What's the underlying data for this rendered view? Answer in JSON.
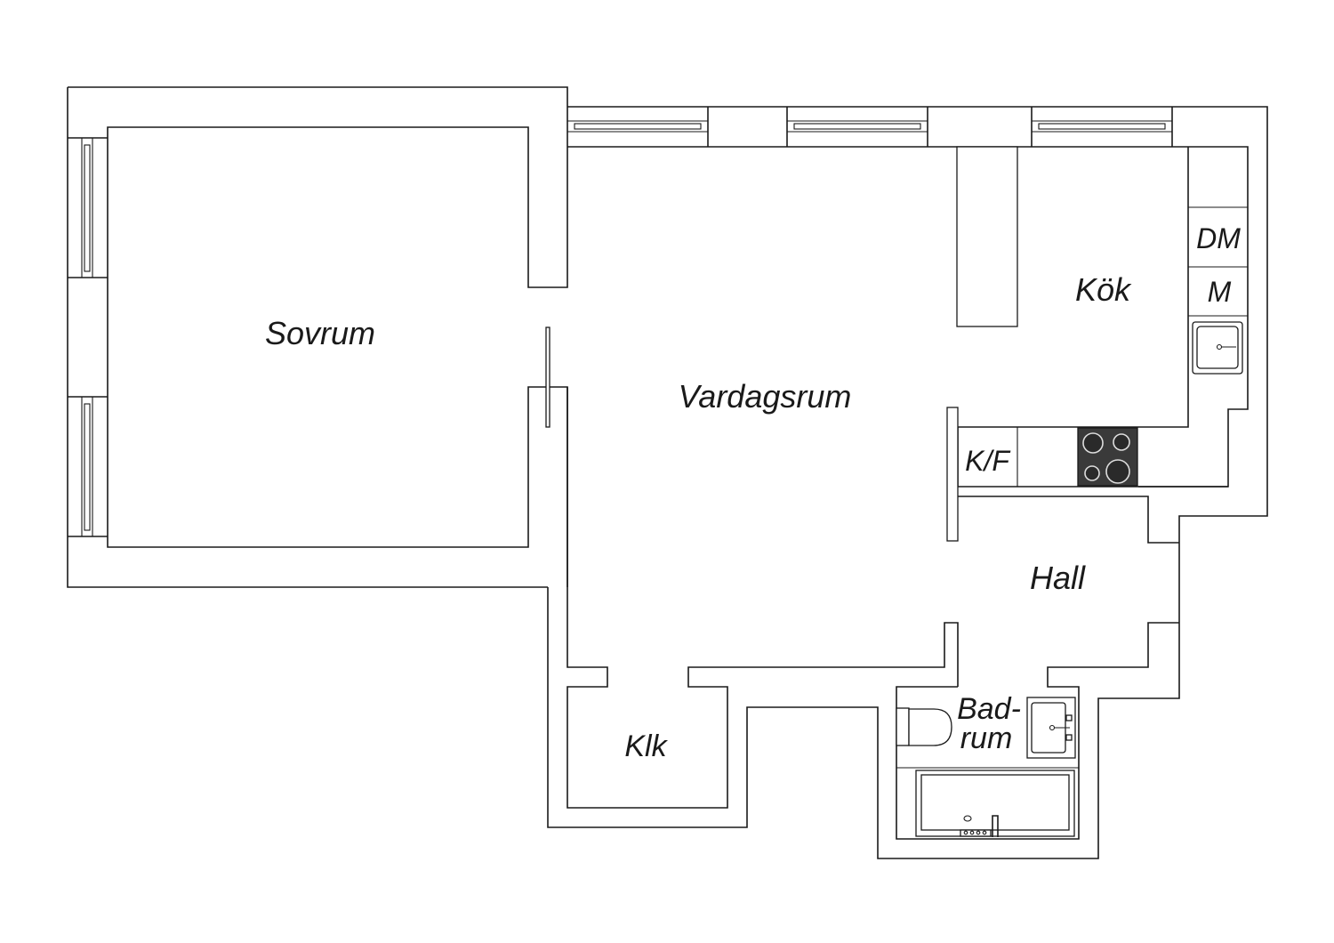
{
  "rooms": {
    "bedroom": "Sovrum",
    "living": "Vardagsrum",
    "kitchen": "Kök",
    "hall": "Hall",
    "closet": "Klk",
    "bath_line1": "Bad-",
    "bath_line2": "rum"
  },
  "appliances": {
    "dishwasher": "DM",
    "microwave": "M",
    "fridge_freezer": "K/F"
  },
  "colors": {
    "line": "#1a1a1a",
    "stove": "#3a3a3a",
    "background": "#ffffff"
  }
}
